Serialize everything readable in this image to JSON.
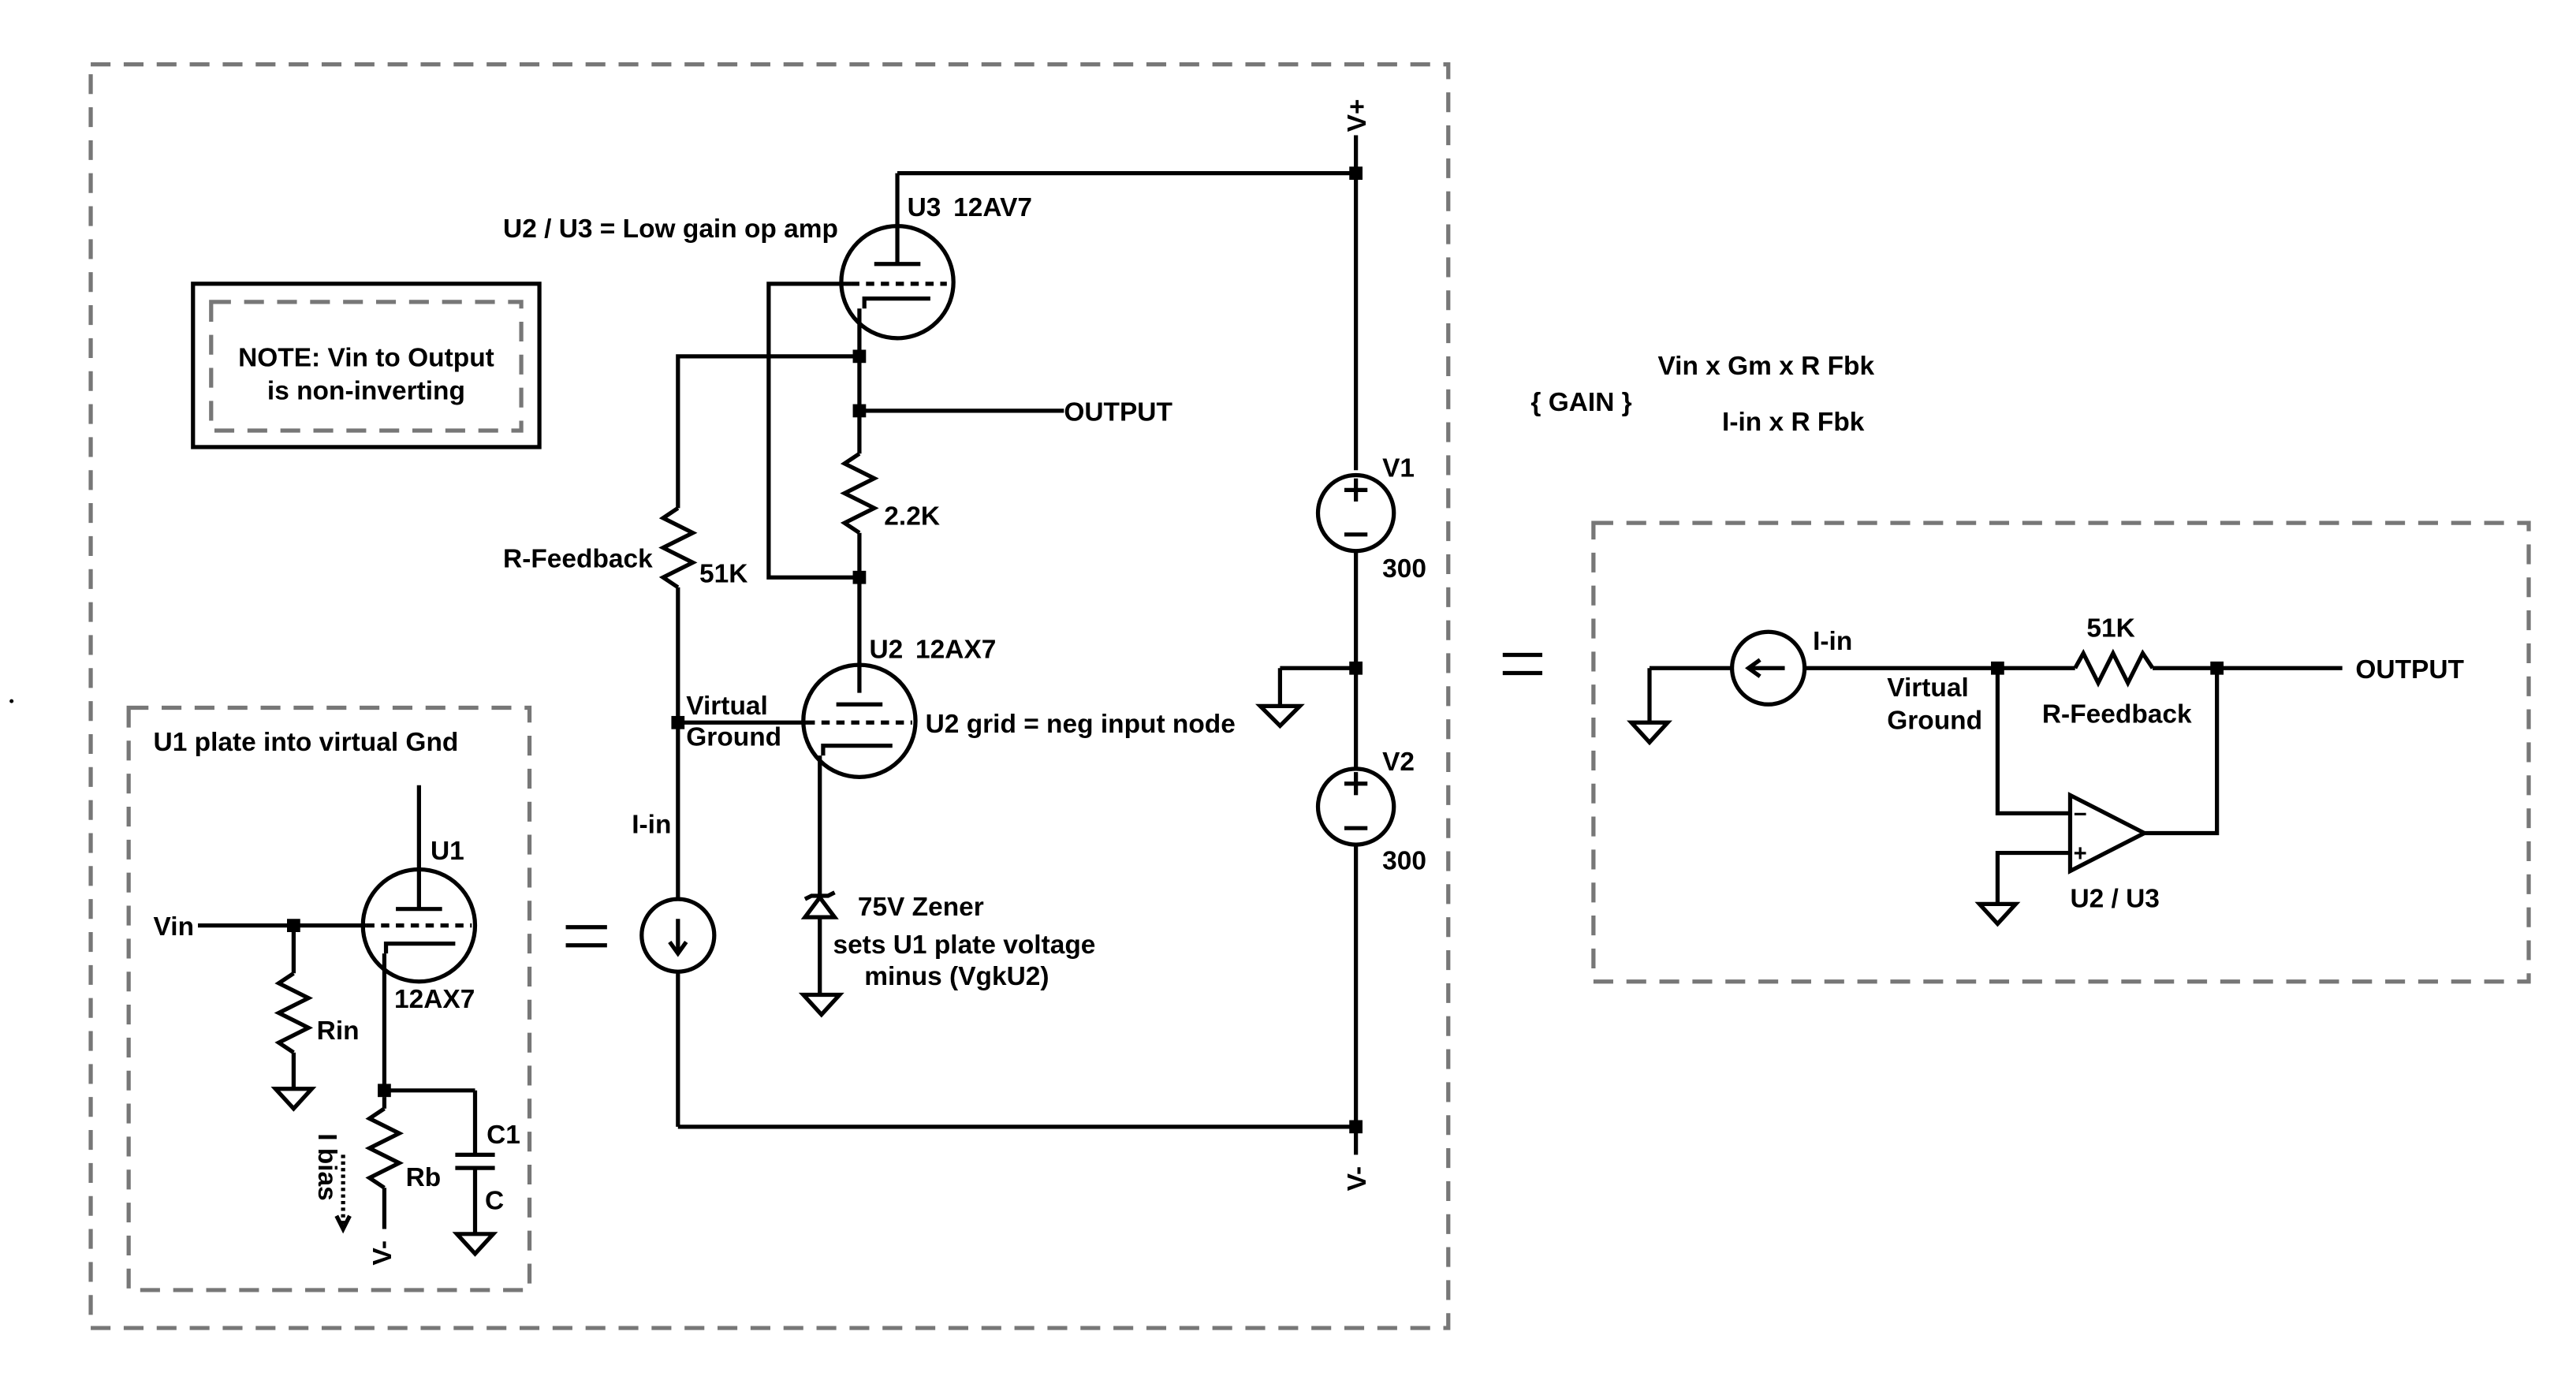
{
  "labels": {
    "vplus": "V+",
    "vminus": "V-",
    "u2u3_note": "U2 / U3 = Low gain op amp",
    "u3": "U3",
    "u3_part": "12AV7",
    "note_line1": "NOTE: Vin to Output",
    "note_line2": "is non-inverting",
    "output_main": "OUTPUT",
    "r22k": "2.2K",
    "rfeedback": "R-Feedback",
    "r51k": "51K",
    "u2": "U2",
    "u2_part": "12AX7",
    "virtual": "Virtual",
    "ground": "Ground",
    "u2_grid": "U2 grid = neg input node",
    "iin": "I-in",
    "zener": "75V Zener",
    "zener_note1": "sets U1 plate voltage",
    "zener_note2": "minus (VgkU2)",
    "v1": "V1",
    "v1_val": "300",
    "v2": "V2",
    "v2_val": "300",
    "u1_box_title": "U1 plate into virtual Gnd",
    "u1": "U1",
    "u1_part": "12AX7",
    "vin": "Vin",
    "rin": "Rin",
    "ibias": "I bias",
    "rb": "Rb",
    "c1": "C1",
    "c": "C",
    "vminus_u1": "V-",
    "gain": "{ GAIN }",
    "gain_num": "Vin x Gm x R Fbk",
    "gain_den": "I-in x R Fbk",
    "eq_iin": "I-in",
    "eq_virtual": "Virtual",
    "eq_ground": "Ground",
    "eq_51k": "51K",
    "eq_rfeedback": "R-Feedback",
    "eq_output": "OUTPUT",
    "eq_opamp": "U2 / U3",
    "minus": "−",
    "plus": "+"
  }
}
